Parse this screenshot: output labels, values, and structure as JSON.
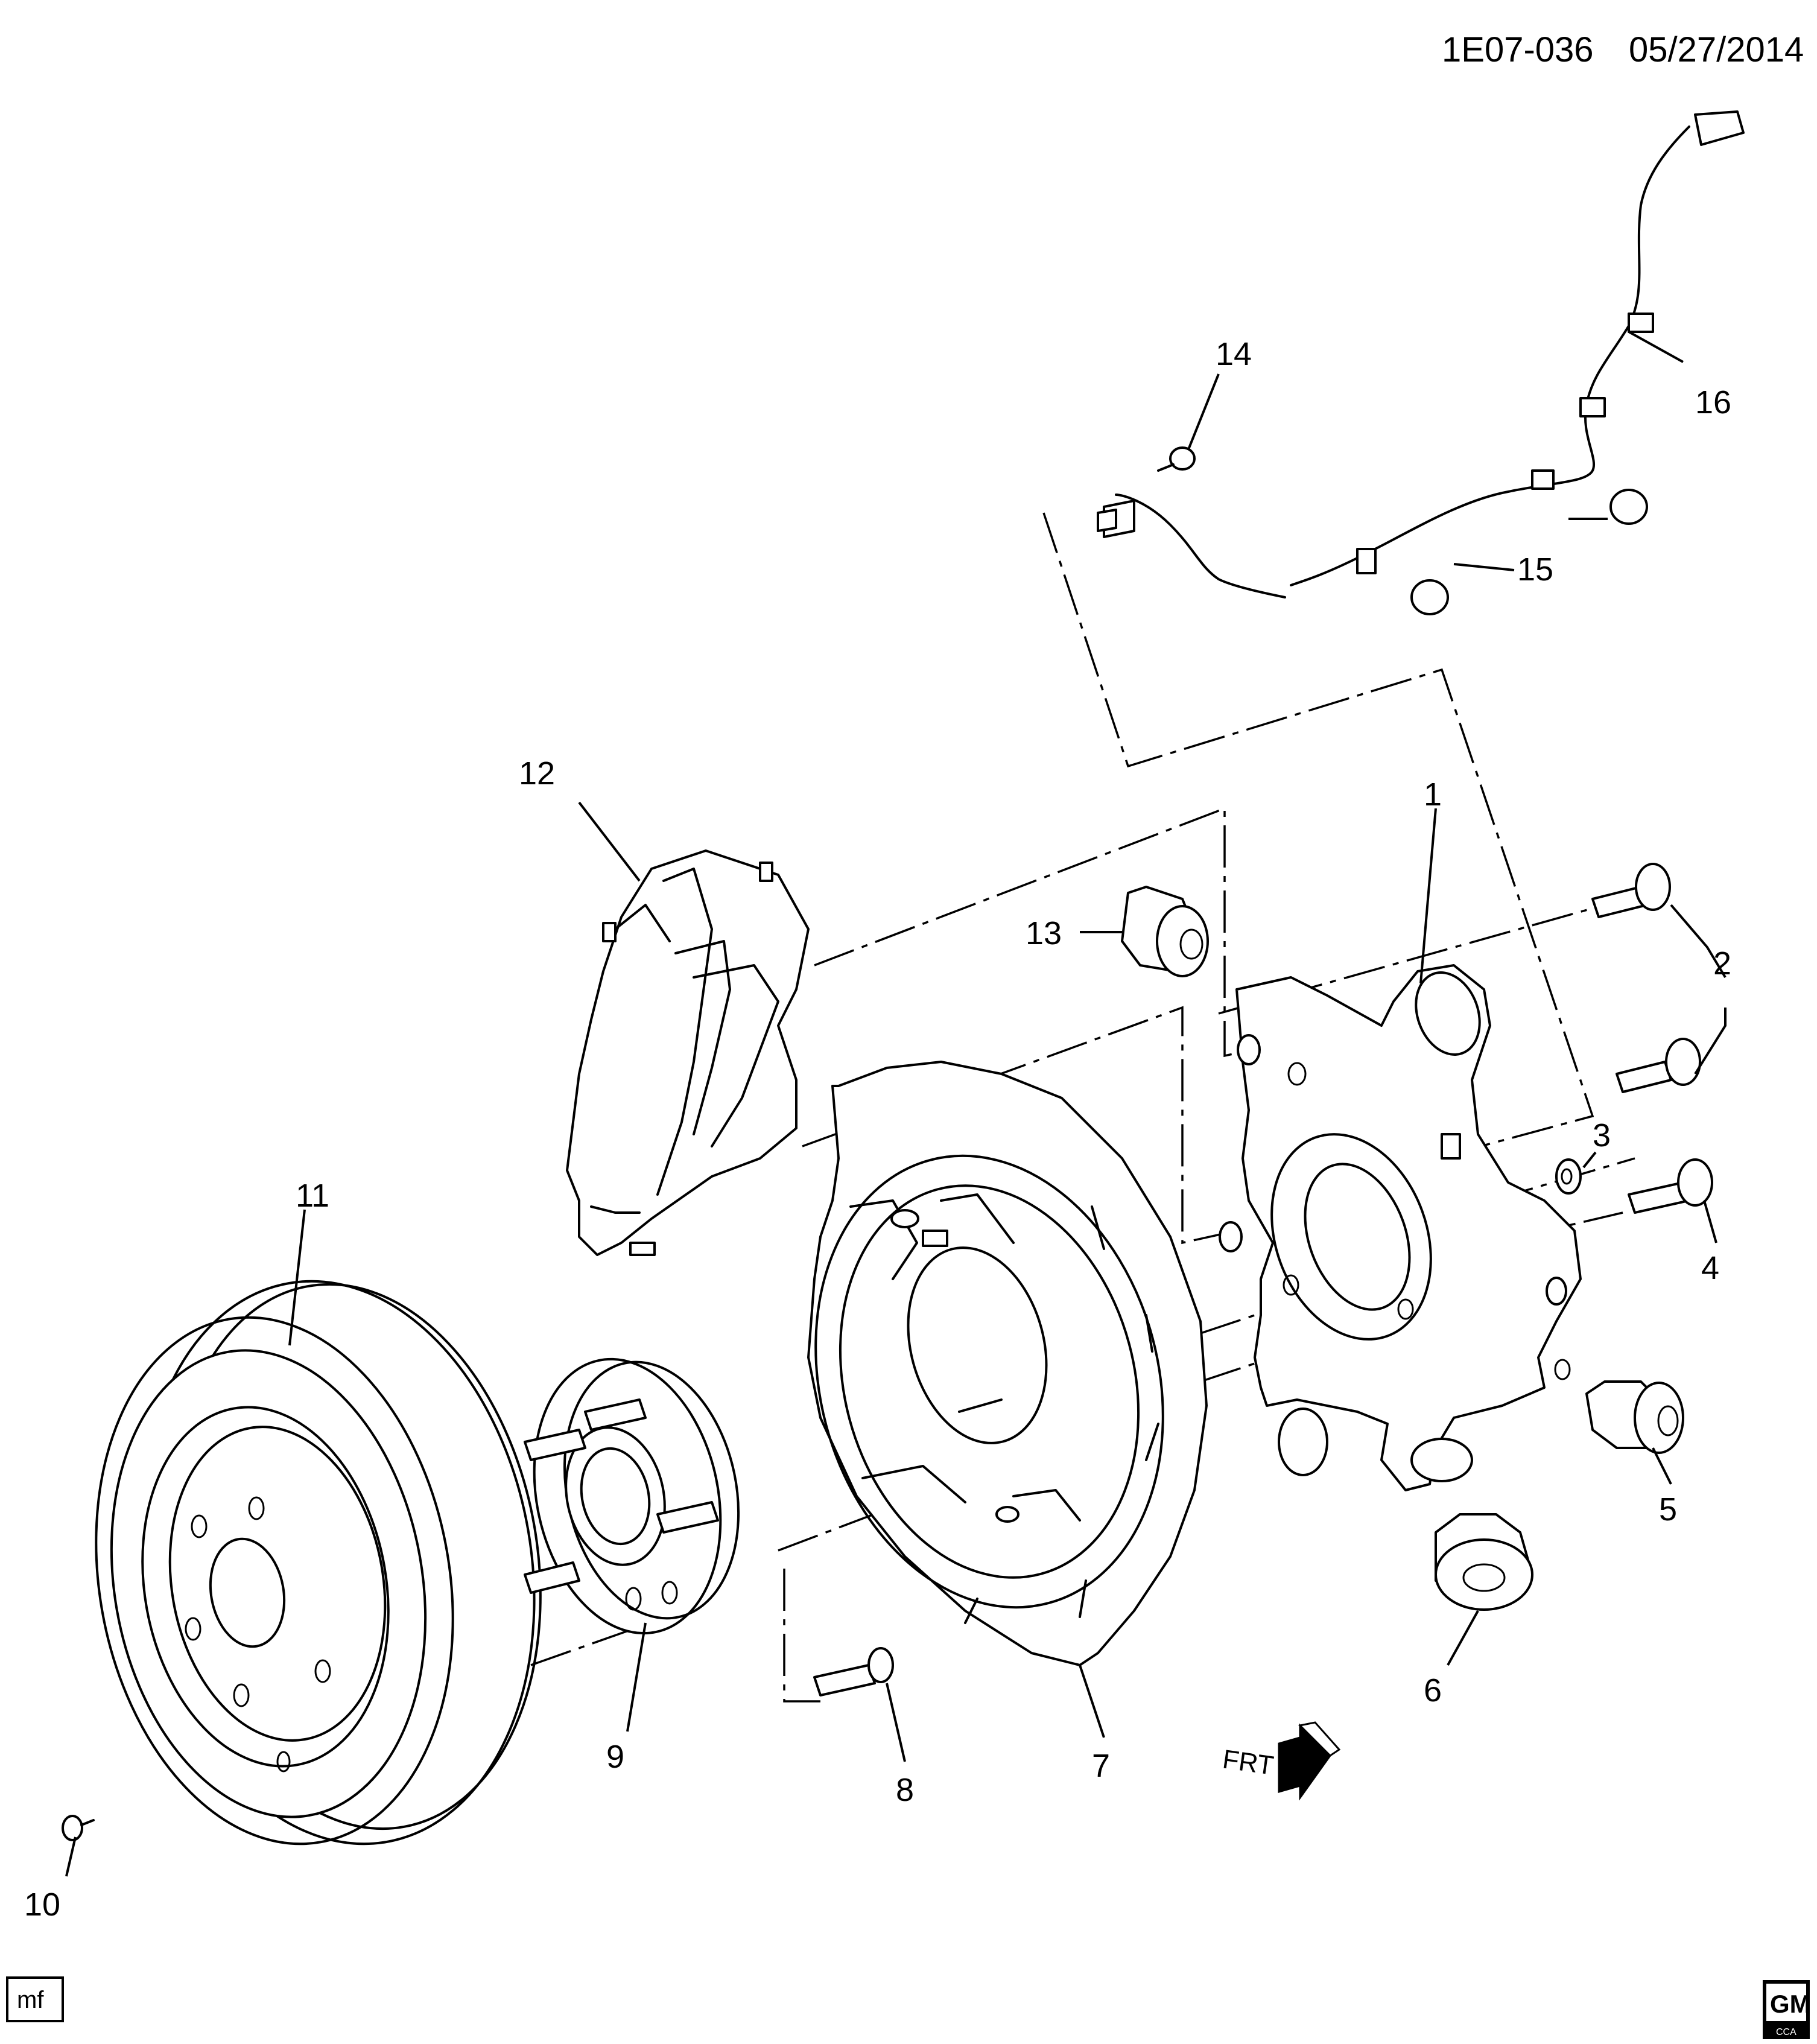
{
  "header": {
    "code": "1E07-036",
    "date": "05/27/2014"
  },
  "callouts": [
    {
      "id": "1",
      "label": "1"
    },
    {
      "id": "2",
      "label": "2"
    },
    {
      "id": "3",
      "label": "3"
    },
    {
      "id": "4",
      "label": "4"
    },
    {
      "id": "5",
      "label": "5"
    },
    {
      "id": "6",
      "label": "6"
    },
    {
      "id": "7",
      "label": "7"
    },
    {
      "id": "8",
      "label": "8"
    },
    {
      "id": "9",
      "label": "9"
    },
    {
      "id": "10",
      "label": "10"
    },
    {
      "id": "11",
      "label": "11"
    },
    {
      "id": "12",
      "label": "12"
    },
    {
      "id": "13",
      "label": "13"
    },
    {
      "id": "14",
      "label": "14"
    },
    {
      "id": "15",
      "label": "15"
    },
    {
      "id": "16",
      "label": "16"
    }
  ],
  "footer": {
    "mf": "mf",
    "logo": "GM",
    "logo_sub": "CCA"
  },
  "direction": {
    "label": "FRT"
  }
}
